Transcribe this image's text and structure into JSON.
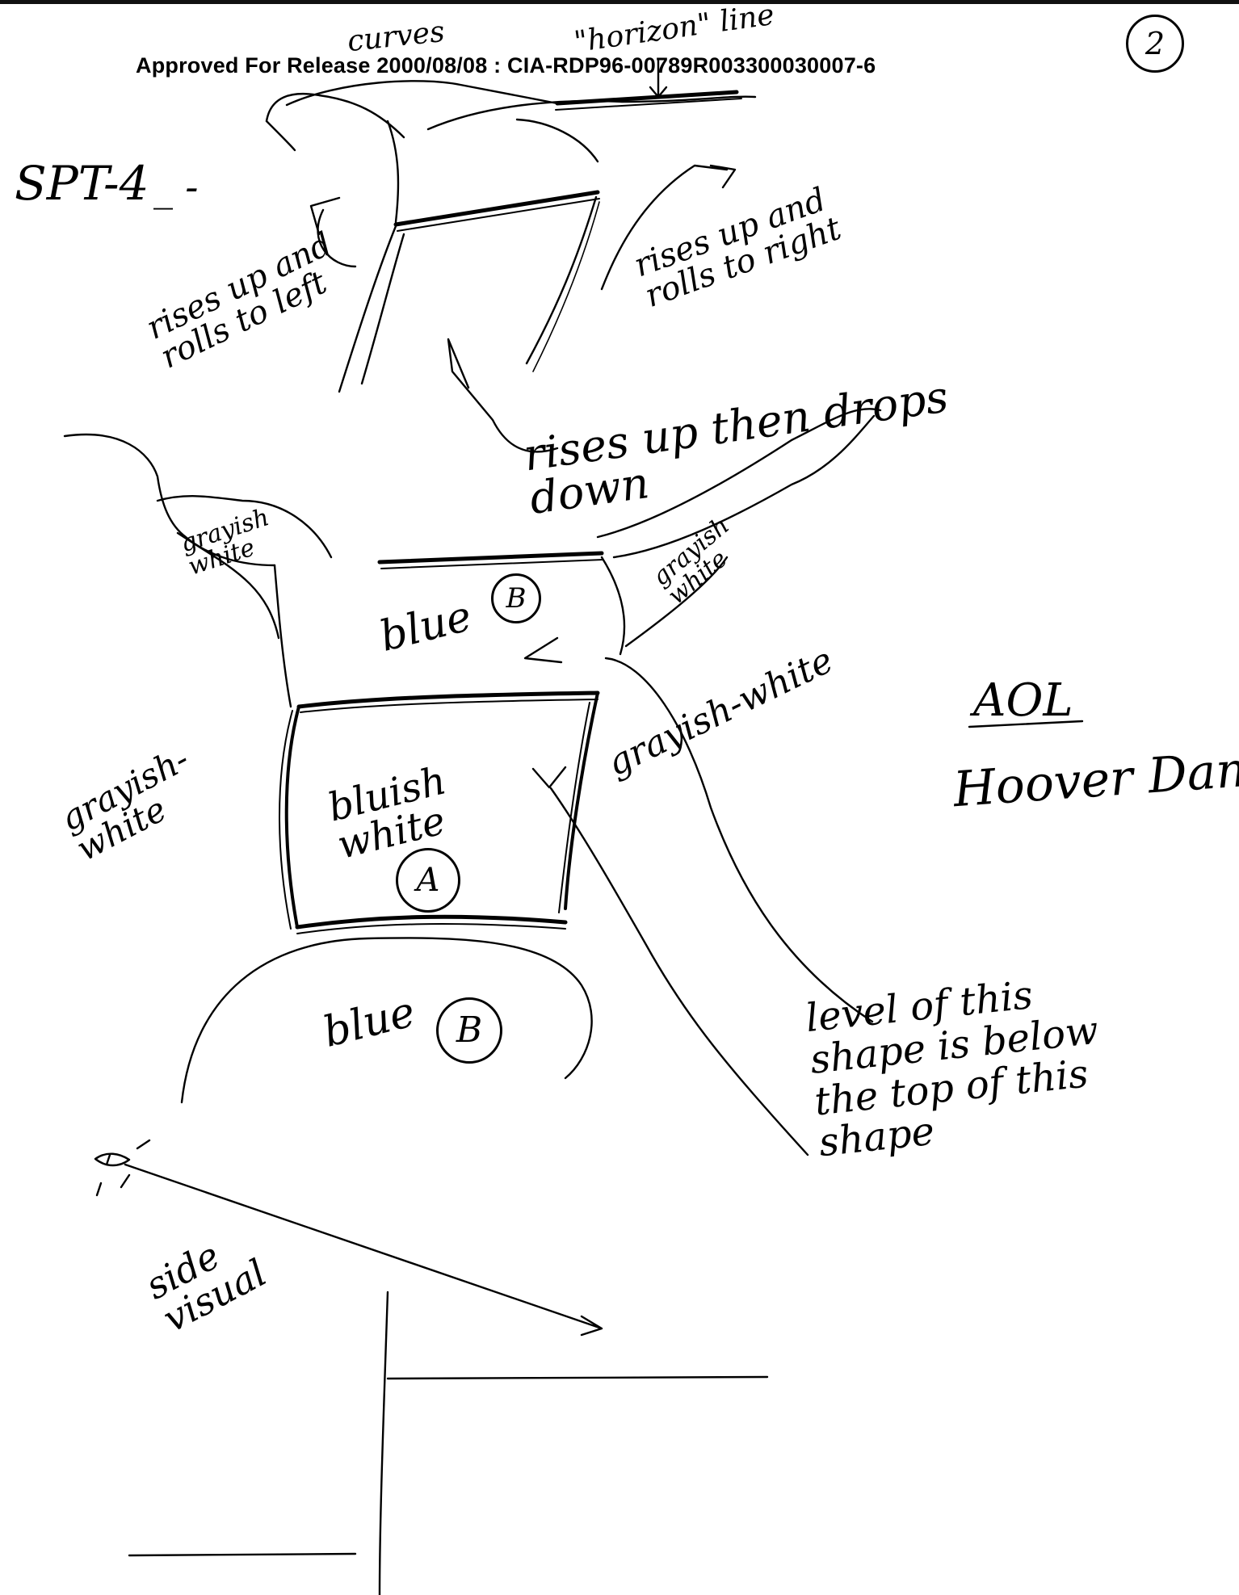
{
  "header": {
    "approval_stamp": "Approved For Release 2000/08/08 : CIA-RDP96-00789R003300030007-6"
  },
  "page_number": "2",
  "session_label": "SPT-4",
  "annotations": {
    "curves": "curves",
    "horizon_line": "\"horizon\" line",
    "rises_left": "rises up and rolls to left",
    "rises_right": "rises up and rolls to right",
    "rises_drops": "rises up then drops down",
    "grayish_white_upper_left": "grayish white",
    "grayish_white_upper_right": "grayish white",
    "grayish_white_right": "grayish-white",
    "grayish_white_left": "grayish-white",
    "blue_upper": "blue",
    "bluish_white": "bluish white",
    "blue_lower": "blue",
    "level_note": "level of this shape is below the top of this shape",
    "side_visual": "side visual"
  },
  "labels": {
    "b_upper": "B",
    "a": "A",
    "b_lower": "B"
  },
  "aol": {
    "title": "AOL",
    "target": "Hoover Dam"
  }
}
